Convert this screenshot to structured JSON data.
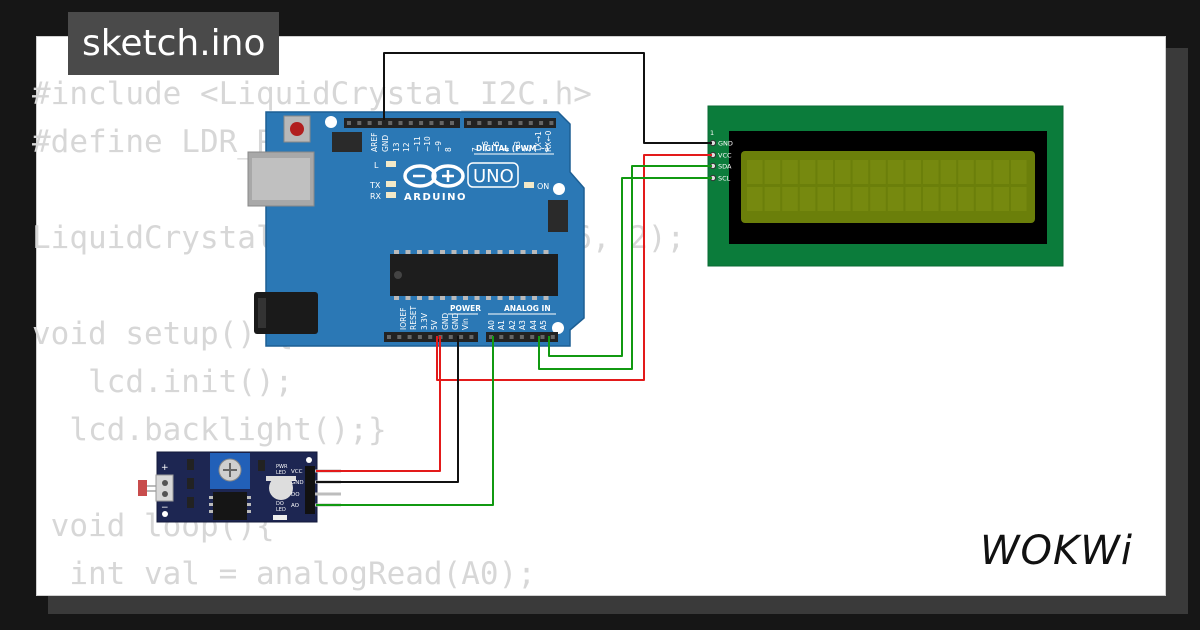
{
  "tab": {
    "title": "sketch.ino"
  },
  "code": {
    "lines": [
      "#include <LiquidCrystal_I2C.h>",
      "#define LDR_PIN A0",
      "",
      "LiquidCrystal_I2C lcd(0x27, 16, 2);",
      "",
      "void setup() {",
      "   lcd.init();",
      "  lcd.backlight();}",
      "",
      " void loop(){",
      "  int val = analogRead(A0);"
    ]
  },
  "board": {
    "model": "UNO",
    "brand": "ARDUINO",
    "header_digital": "DIGITAL (PWM ~)",
    "header_power": "POWER",
    "header_analog": "ANALOG IN",
    "led_l": "L",
    "led_tx": "TX",
    "led_rx": "RX",
    "led_on": "ON",
    "digital_pins": [
      "AREF",
      "GND",
      "13",
      "12",
      "~11",
      "~10",
      "~9",
      "8",
      "7",
      "~6",
      "~5",
      "4",
      "~3",
      "2",
      "TX→1",
      "RX←0"
    ],
    "power_pins": [
      "IOREF",
      "RESET",
      "3.3V",
      "5V",
      "GND",
      "GND",
      "Vin"
    ],
    "analog_pins": [
      "A0",
      "A1",
      "A2",
      "A3",
      "A4",
      "A5"
    ]
  },
  "lcd": {
    "pin_index": "1",
    "pins": [
      "GND",
      "VCC",
      "SDA",
      "SCL"
    ]
  },
  "sensor": {
    "pins": [
      "VCC",
      "GND",
      "DO",
      "AO"
    ],
    "led_pwr": [
      "PWR",
      "LED"
    ],
    "led_do": [
      "DO",
      "LED"
    ],
    "plus": "+",
    "minus": "−"
  },
  "wire_colors": {
    "vcc": "#e31a1a",
    "gnd": "#111111",
    "signal": "#119911"
  },
  "logo": {
    "text": "WOKWi"
  }
}
